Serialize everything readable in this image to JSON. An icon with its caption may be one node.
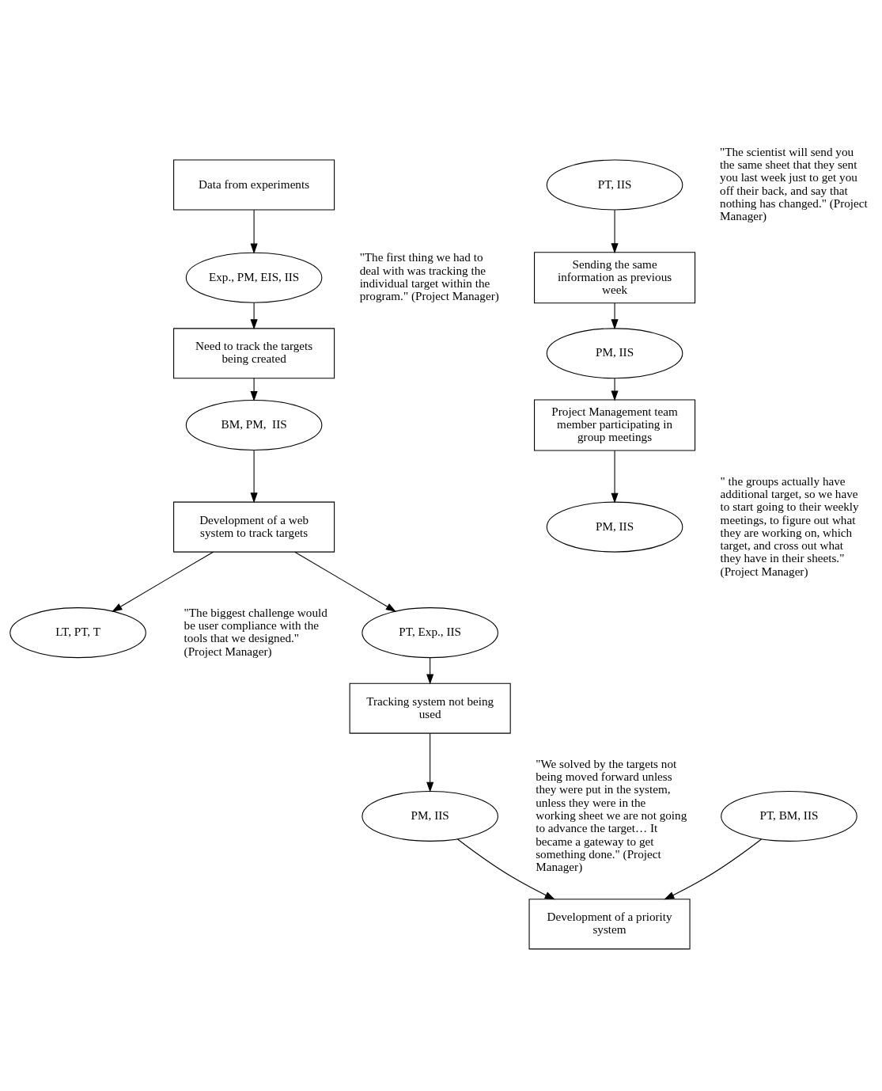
{
  "diagram": {
    "nodes": [
      {
        "text": [
          "Data from experiments"
        ]
      },
      {
        "text": [
          "Exp., PM, EIS, IIS"
        ]
      },
      {
        "text": [
          "Need to track the targets being created"
        ]
      },
      {
        "text": [
          "BM, PM,  IIS"
        ]
      },
      {
        "text": [
          "Development of a web system to track targets"
        ]
      },
      {
        "text": [
          "LT, PT, T"
        ]
      },
      {
        "text": [
          "PT, Exp., IIS"
        ]
      },
      {
        "text": [
          "Tracking system not being used"
        ]
      },
      {
        "text": [
          "PM, IIS"
        ]
      },
      {
        "text": [
          "Development of a priority system"
        ]
      },
      {
        "text": [
          "PT, BM, IIS"
        ]
      },
      {
        "text": [
          "Sending the same information as previous week"
        ]
      },
      {
        "text": [
          "PT, IIS"
        ]
      },
      {
        "text": [
          "Project Management team member participating in group meetings"
        ]
      },
      {
        "text": [
          "PM, IIS"
        ]
      },
      {
        "text": [
          "PM, IIS"
        ]
      }
    ],
    "edges": [
      {
        "from": 0,
        "to": 1,
        "arrow": "to"
      },
      {
        "from": 1,
        "to": 2,
        "arrow": "to"
      },
      {
        "from": 2,
        "to": 3,
        "arrow": "to"
      },
      {
        "from": 3,
        "to": 4,
        "arrow": "to"
      },
      {
        "from": 4,
        "to": 5,
        "arrow": "to"
      },
      {
        "from": 4,
        "to": 6,
        "arrow": "to"
      },
      {
        "from": 6,
        "to": 7,
        "arrow": "to"
      },
      {
        "from": 7,
        "to": 8,
        "arrow": "to"
      },
      {
        "from": 8,
        "to": 9,
        "arrow": "to"
      },
      {
        "from": 10,
        "to": 9,
        "arrow": "to"
      },
      {
        "from": 12,
        "to": 11,
        "arrow": "to"
      },
      {
        "from": 11,
        "to": 14,
        "arrow": "to"
      },
      {
        "from": 14,
        "to": 13,
        "arrow": "to"
      },
      {
        "from": 13,
        "to": 15,
        "arrow": "to"
      }
    ],
    "labels": [
      "\"The first thing we had to deal with was tracking the individual target within the program.\" (Project Manager)",
      "\"The biggest challenge would be user compliance with the tools that we designed.\" (Project Manager)",
      "\"We solved by the targets not being moved forward unless they were put in the system, unless they were in the working sheet we are not going to advance the target… It became a gateway to get something done.\" (Project Manager)",
      "\"The scientist will send you the same sheet that they sent you last week just to get you off their back, and say that nothing has changed.\" (Project Manager)",
      "\" the groups actually have additional target, so we have to start going to their weekly meetings, to figure out what they are working on, which target, and cross out what they have in their sheets.\" (Project Manager)"
    ]
  }
}
